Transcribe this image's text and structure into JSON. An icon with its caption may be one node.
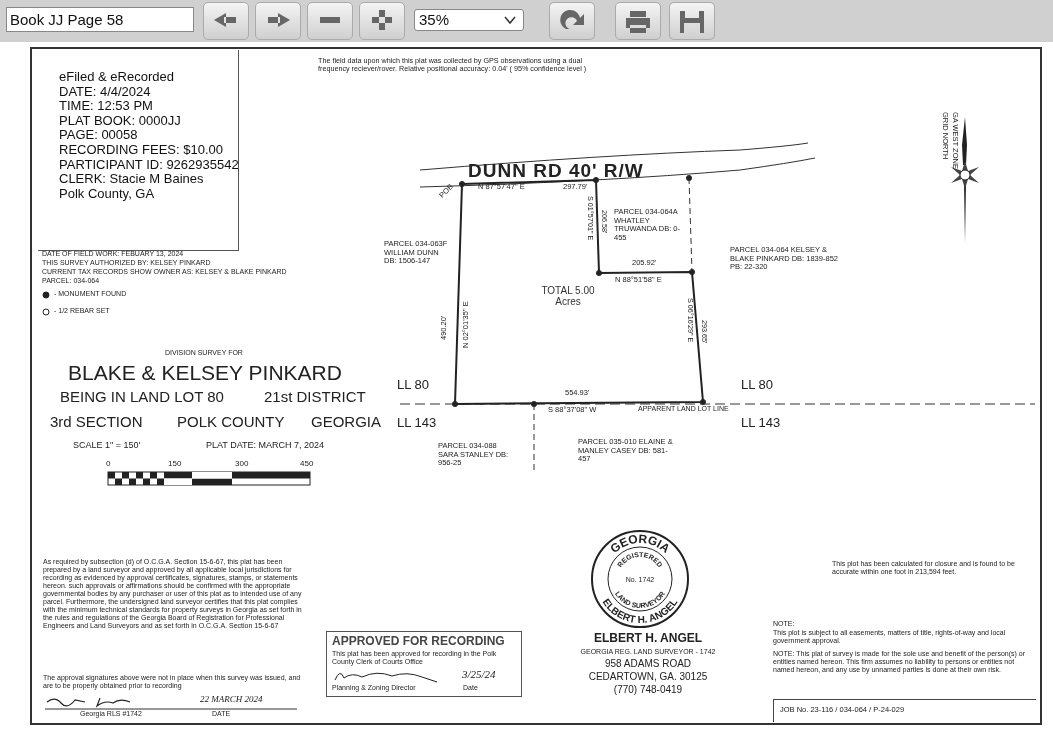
{
  "diagram": {
    "nodes": [
      {
        "text": [
          "eFiled & eRecorded",
          "DATE: 4/4/2024",
          "TIME: 12:53 PM",
          "PLAT BOOK: 0000JJ",
          "PAGE: 00058",
          "RECORDING FEES: $10.00",
          "PARTICIPANT ID: 9262935542",
          "CLERK: Stacie M Baines",
          "Polk County, GA"
        ]
      },
      {
        "text": [
          "APPROVED FOR RECORDING",
          "This plat has been approved for recording in the Polk County Clerk of Courts Office",
          "3/25/24",
          "Planning & Zoning Director",
          "Date"
        ]
      },
      {
        "text": [
          "GEORGIA",
          "REGISTERED",
          "No. 1742",
          "LAND SURVEYOR",
          "ELBERT H. ANGEL"
        ]
      },
      {
        "text": [
          "JOB No. 23-116 / 034-064 / P-24-029"
        ]
      },
      {
        "text": [
          "TOTAL 5.00 Acres"
        ]
      }
    ],
    "labels": [
      "Book JJ Page 58",
      "35%",
      "The field data upon which this plat was collected by GPS observations using a dual frequency reciever/rover. Relative positional accuracy: 0.04' ( 95% confidence level )",
      "GRID NORTH",
      "GA WEST ZONE",
      "DUNN RD 40' R/W",
      "POB",
      "N 87°57'47\" E",
      "297.79'",
      "S 01°57'01\" E",
      "206.58'",
      "PARCEL 034-064A WHATLEY TRUWANDA DB: 0-455",
      "PARCEL 034-063F WILLIAM DUNN DB: 1506-147",
      "490.20'",
      "N 02°01'35\" E",
      "205.92'",
      "N 88°51'58\" E",
      "PARCEL 034-064 KELSEY & BLAKE PINKARD DB: 1839-852 PB: 22-320",
      "S 06°16'29\" E",
      "293.65'",
      "LL 80",
      "LL 80",
      "554.93'",
      "S 88°37'08\" W",
      "APPARENT LAND LOT LINE",
      "LL 143",
      "LL 143",
      "PARCEL 034-088 SARA STANLEY DB: 956-25",
      "PARCEL 035-010 ELAINE & MANLEY CASEY DB: 581-457",
      "DATE OF FIELD WORK: FEBUARY 13, 2024",
      "THIS SURVEY AUTHORIZED BY: KELSEY PINKARD",
      "CURRENT TAX RECORDS SHOW OWNER AS: KELSEY & BLAKE PINKARD",
      "PARCEL: 034-064",
      "DIVISION SURVEY FOR",
      "BLAKE & KELSEY PINKARD",
      "BEING IN LAND LOT 80",
      "21st DISTRICT",
      "3rd SECTION",
      "POLK COUNTY",
      "GEORGIA",
      "SCALE 1\" = 150'",
      "PLAT DATE: MARCH 7, 2024",
      "0",
      "150",
      "300",
      "450",
      "As required by subsection (d) of O.C.G.A. Section 15-6-67, this plat has been prepared by a land surveyor and approved by all applicable local jurisdictions for recording as evidenced by approval certificates, signatures, stamps, or statements hereon. such approvals or affirmations should be confirmed with the appropriate governmental bodies by any purchaser or user of this plat as to intended use of any parcel. Furthermore, the undersigned land surveyor certifies that this plat complies with the minimum technical standards for property surveys in Georgia as set forth in the rules and regulations of the Georgia Board of Registration for Professional Engineers and Land Surveyors and as set forth in O.C.G.A. Section 15-6-67",
      "The approval signatures above were not in place when this survey was issued, and are to be properly obtained prior to recording",
      "22 MARCH 2024",
      "Georgia RLS #1742",
      "DATE",
      "This plot has been calculated for closure and is found to be accurate within one foot in 213,594 feet.",
      "ELBERT H. ANGEL",
      "GEORGIA REG. LAND SURVEYOR - 1742",
      "958 ADAMS ROAD",
      "CEDARTOWN, GA. 30125",
      "(770) 748-0419",
      "NOTE:",
      "This plot is subject to all easements, matters of title, rights-of-way and local government approval.",
      "NOTE: This plat of survey is made for the sole use and benefit of the person(s) or entities named hereon. This firm assumes no liability to persons or entities not named hereon, and any use by unnamed parties is done at their own risk."
    ],
    "legend": [
      {
        "text": "- MONUMENT FOUND"
      },
      {
        "text": "- 1/2 REBAR SET"
      }
    ]
  }
}
